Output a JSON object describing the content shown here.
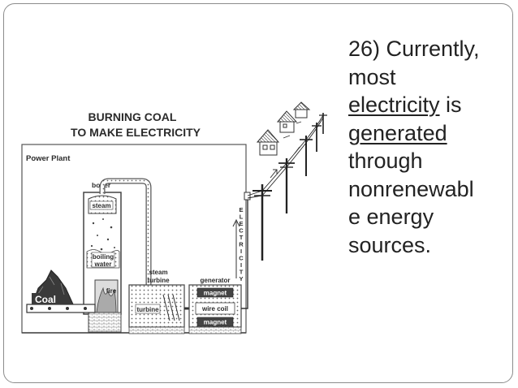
{
  "slide_text": {
    "lines": [
      {
        "before": "26) Currently,",
        "link": "",
        "after": ""
      },
      {
        "before": "most",
        "link": "",
        "after": ""
      },
      {
        "before": "",
        "link": "electricity",
        "after": " is"
      },
      {
        "before": "",
        "link": "generated",
        "after": ""
      },
      {
        "before": "through",
        "link": "",
        "after": ""
      },
      {
        "before": "nonrenewabl",
        "link": "",
        "after": ""
      },
      {
        "before": "e energy",
        "link": "",
        "after": ""
      },
      {
        "before": "sources.",
        "link": "",
        "after": ""
      }
    ]
  },
  "diagram": {
    "title_line1": "BURNING COAL",
    "title_line2": "TO MAKE ELECTRICITY",
    "power_plant": "Power Plant",
    "boiler": "boiler",
    "steam": "steam",
    "boiling": "boiling",
    "water": "water",
    "fire": "fire",
    "coal": "Coal",
    "steam_turbine_1": "steam",
    "steam_turbine_2": "turbine",
    "turbine": "turbine",
    "generator": "generator",
    "magnet_top": "magnet",
    "wire_coil": "wire coil",
    "magnet_bottom": "magnet",
    "electricity_letters": [
      "E",
      "L",
      "E",
      "C",
      "T",
      "R",
      "I",
      "C",
      "I",
      "T",
      "Y"
    ]
  },
  "colors": {
    "text": "#222222",
    "diagram_ink": "#2b2b2b",
    "slide_border": "#8c8c8c"
  }
}
